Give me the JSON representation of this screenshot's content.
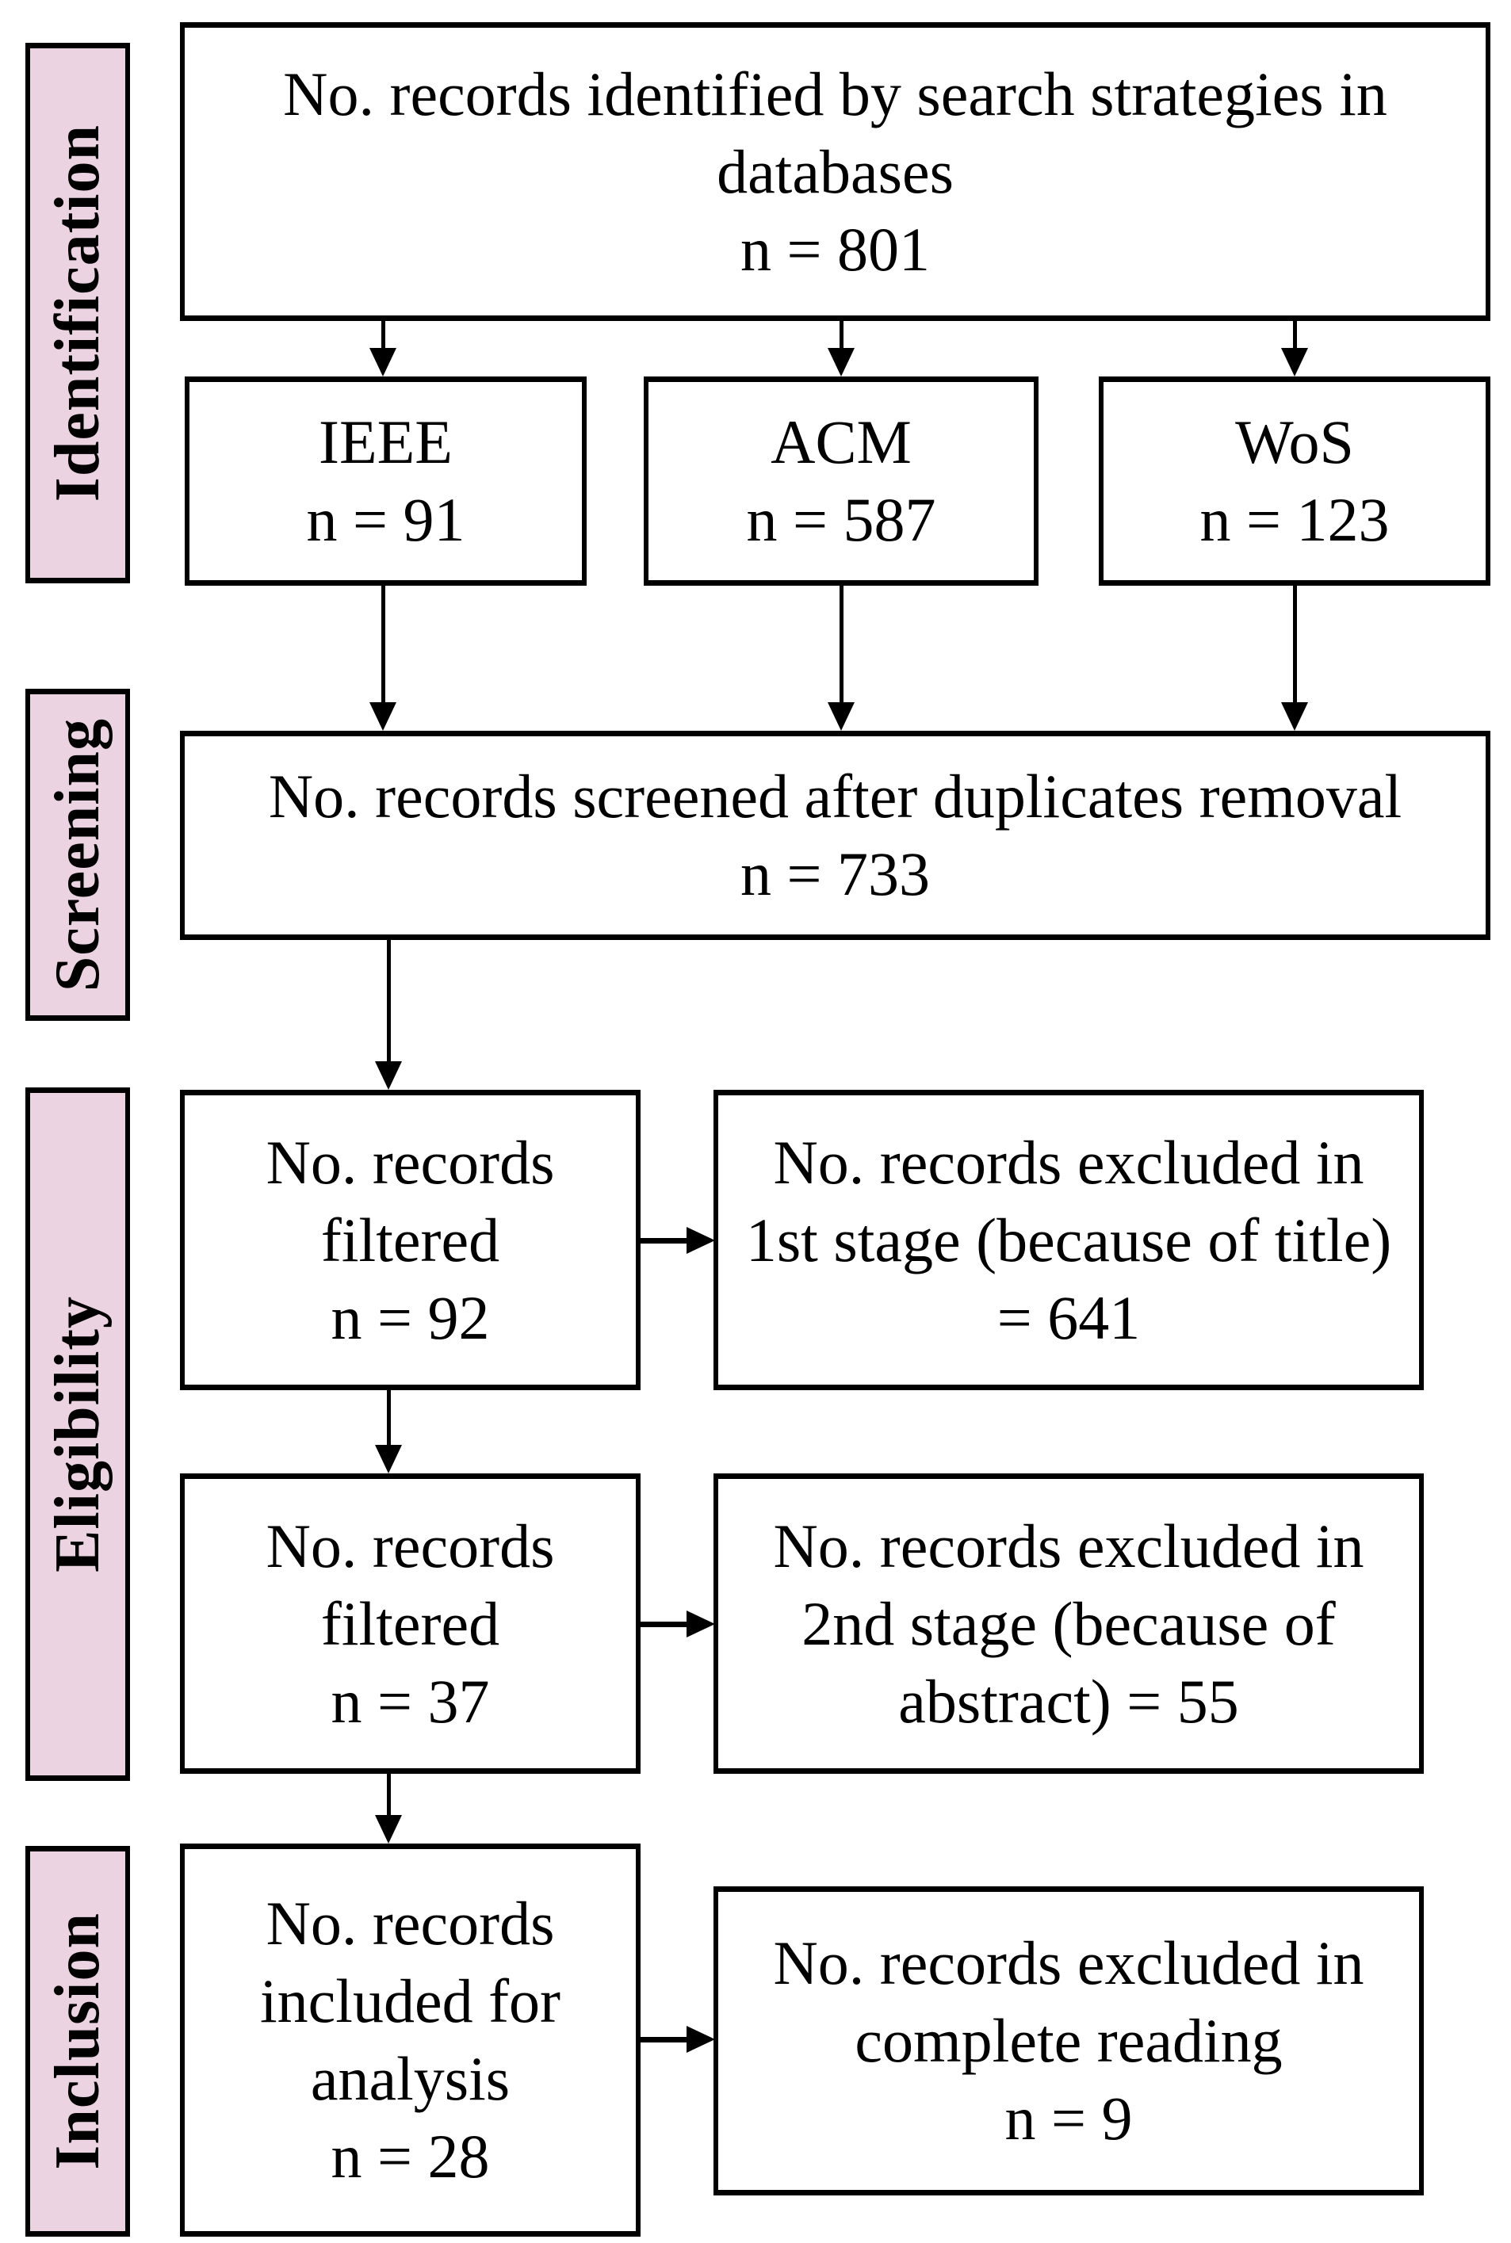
{
  "colors": {
    "background": "#ffffff",
    "stage_label_bg": "#ecd3e2",
    "line_color": "#000000"
  },
  "stage_labels": {
    "identification": "Identification",
    "screening": "Screening",
    "eligibility": "Eligibility",
    "inclusion": "Inclusion"
  },
  "boxes": {
    "identified": {
      "lines": [
        "No. records identified by search strategies in",
        "databases",
        "n = 801"
      ]
    },
    "ieee": {
      "lines": [
        "IEEE",
        "n = 91"
      ]
    },
    "acm": {
      "lines": [
        "ACM",
        "n = 587"
      ]
    },
    "wos": {
      "lines": [
        "WoS",
        "n = 123"
      ]
    },
    "screened": {
      "lines": [
        "No. records screened after duplicates removal",
        "n = 733"
      ]
    },
    "filtered_stage1": {
      "lines": [
        "No. records",
        "filtered",
        "n = 92"
      ]
    },
    "excluded_stage1": {
      "lines": [
        "No. records excluded in",
        "1st stage (because of title)",
        "= 641"
      ]
    },
    "filtered_stage2": {
      "lines": [
        "No. records",
        "filtered",
        "n = 37"
      ]
    },
    "excluded_stage2": {
      "lines": [
        "No. records excluded in",
        "2nd stage (because of",
        "abstract) = 55"
      ]
    },
    "included": {
      "lines": [
        "No. records",
        "included for",
        "analysis",
        "n = 28"
      ]
    },
    "excluded_full_reading": {
      "lines": [
        "No. records excluded in",
        "complete reading",
        "n = 9"
      ]
    }
  }
}
